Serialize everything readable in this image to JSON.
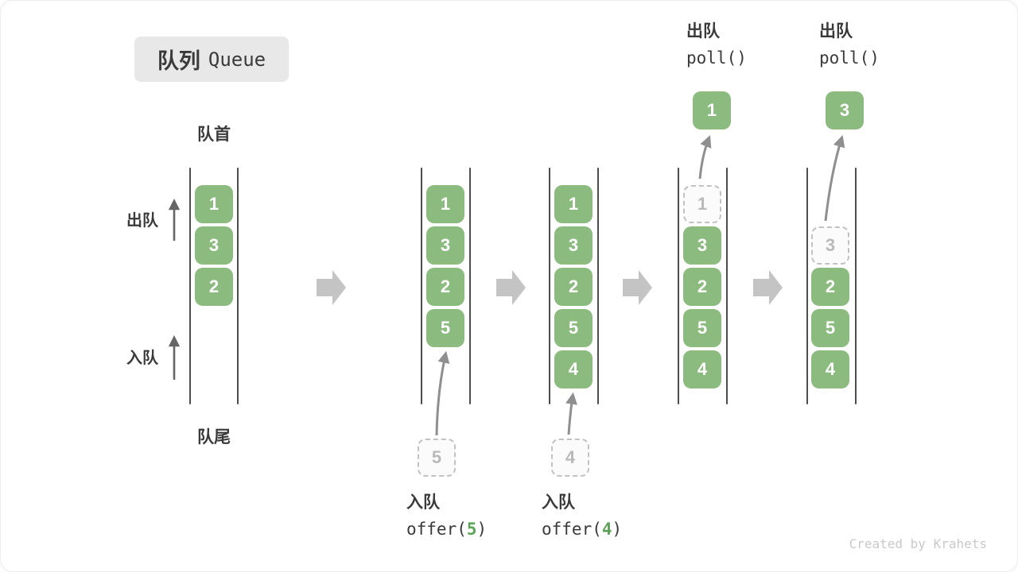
{
  "title": {
    "zh": "队列",
    "en": "Queue"
  },
  "labels": {
    "front": "队首",
    "rear": "队尾",
    "dequeue": "出队",
    "enqueue": "入队"
  },
  "states": {
    "s1": {
      "cells": [
        "1",
        "3",
        "2"
      ]
    },
    "s2": {
      "cells": [
        "1",
        "3",
        "2",
        "5"
      ],
      "incoming": "5"
    },
    "s3": {
      "cells": [
        "1",
        "3",
        "2",
        "5",
        "4"
      ],
      "incoming": "4"
    },
    "s4": {
      "removed": "1",
      "cells": [
        "3",
        "2",
        "5",
        "4"
      ],
      "result": "1"
    },
    "s5": {
      "removed": "3",
      "cells": [
        "2",
        "5",
        "4"
      ],
      "result": "3"
    }
  },
  "operations": {
    "offer5": {
      "label": "入队",
      "fn_open": "offer(",
      "arg": "5",
      "fn_close": ")"
    },
    "offer4": {
      "label": "入队",
      "fn_open": "offer(",
      "arg": "4",
      "fn_close": ")"
    },
    "poll1": {
      "label": "出队",
      "fn": "poll()"
    },
    "poll2": {
      "label": "出队",
      "fn": "poll()"
    }
  },
  "watermark": "Created by Krahets",
  "colors": {
    "cell_green": "#8cbb7f",
    "accent_green": "#5ba357",
    "block_arrow_gray": "#c4c4c4",
    "thin_arrow_gray": "#666666",
    "curved_arrow_gray": "#8f8f8f",
    "track_line": "#4d4d4d",
    "dashed_border": "#c2c2c2",
    "title_bg": "#e8e8e8"
  }
}
